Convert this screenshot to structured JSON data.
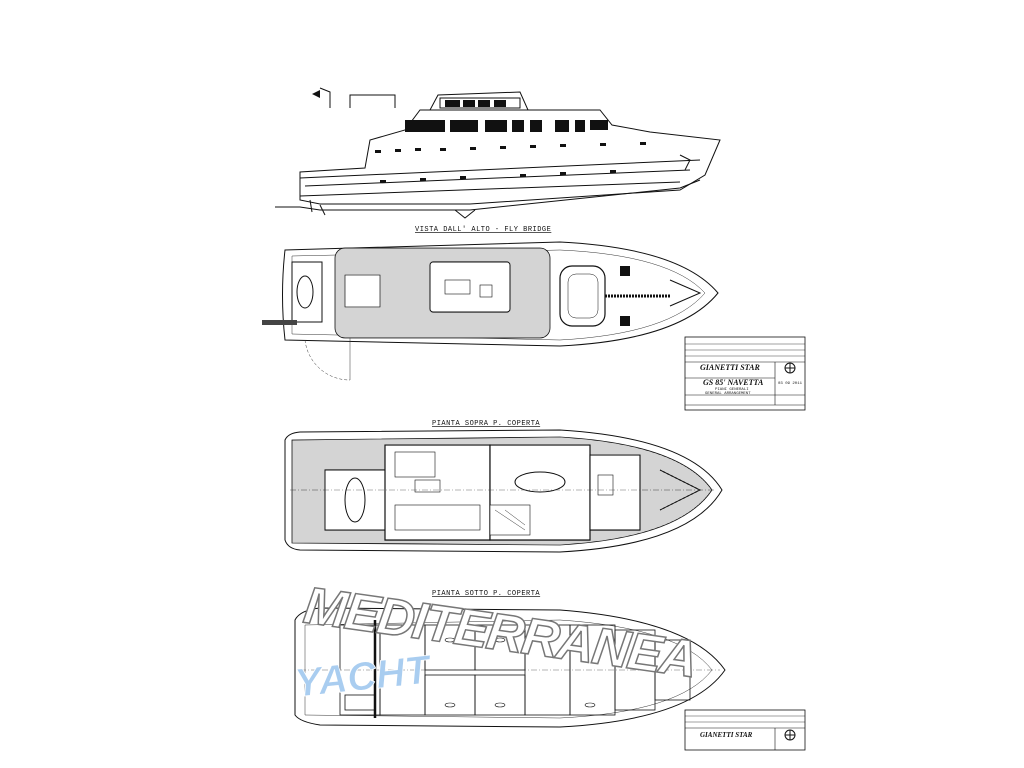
{
  "drawing": {
    "views": [
      {
        "label": "VISTA DALL' ALTO - FLY BRIDGE"
      },
      {
        "label": "PIANTA SOPRA P. COPERTA"
      },
      {
        "label": "PIANTA SOTTO P. COPERTA"
      }
    ],
    "title_block": {
      "company": "GIANETTI STAR",
      "model": "GS 85' NAVETTA",
      "subtitle_it": "PIANI GENERALI",
      "subtitle_en": "GENERAL ARRANGEMENT",
      "date": "03 09 2011"
    },
    "watermark": {
      "line1": "MEDITERRANEA",
      "line2": "YACHT",
      "line2_color": "#a9cdf0"
    }
  }
}
